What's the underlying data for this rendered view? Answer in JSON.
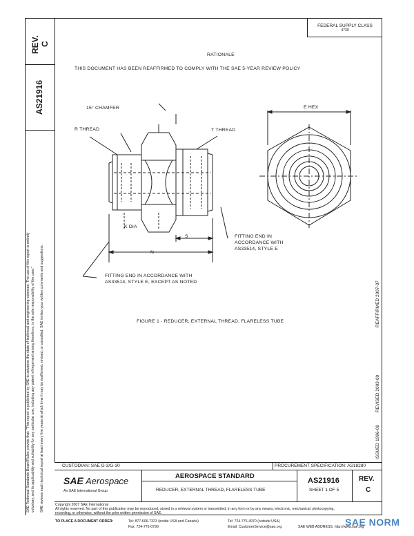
{
  "header": {
    "rev_label": "REV.",
    "rev_value": "C",
    "doc_number": "AS21916",
    "supply_class_label": "FEDERAL SUPPLY CLASS",
    "supply_class_value": "4730"
  },
  "rationale": {
    "title": "RATIONALE",
    "text": "THIS DOCUMENT HAS BEEN REAFFIRMED TO COMPLY WITH THE SAE 5-YEAR REVIEW POLICY"
  },
  "drawing": {
    "chamfer": "15° CHAMFER",
    "r_thread": "R THREAD",
    "t_thread": "T THREAD",
    "e_hex": "E HEX",
    "k_dia": "K DIA",
    "n": "N",
    "s": "S",
    "fitting_end_right": [
      "FITTING END IN",
      "ACCORDANCE WITH",
      "AS33514, STYLE E"
    ],
    "fitting_end_left": [
      "FITTING END IN ACCORDANCE WITH",
      "AS33514, STYLE E, EXCEPT AS NOTED"
    ]
  },
  "figure_caption": "FIGURE 1 - REDUCER, EXTERNAL THREAD, FLARELESS TUBE",
  "side_text": [
    "SAE Technical Standards Board Rules provide that: \"This report is published by SAE to advance the state of technical and engineering sciences. The use of this report is entirely",
    "voluntary, and its applicability and suitability for any particular use, including any patent infringement arising therefrom, is the sole responsibility of the user.\"",
    "SAE reviews each technical report at least every five years at which time it may be reaffirmed, revised, or cancelled. SAE invites your written comments and suggestions."
  ],
  "dates": {
    "issued": "ISSUED 1996-09",
    "revised": "REVISED 2003-09",
    "reaffirmed": "REAFFIRMED 2007-07"
  },
  "footer": {
    "custodian": "CUSTODIAN: SAE G-3/G-30",
    "procurement": "PROCUREMENT SPECIFICATION: AS18280",
    "sae_logo": "SAE",
    "aerospace": "Aerospace",
    "intl_group": "An SAE International Group",
    "standard_title": "AEROSPACE STANDARD",
    "part_description": "REDUCER, EXTERNAL THREAD, FLARELESS TUBE",
    "doc_number": "AS21916",
    "sheet": "SHEET 1 OF 5",
    "rev_label": "REV.",
    "rev_value": "C",
    "copyright": "Copyright 2007 SAE International",
    "rights": "All rights reserved. No part of this publication may be reproduced, stored in a retrieval system or transmitted, in any form or by any means, electronic, mechanical, photocopying,",
    "rights2": "recording, or otherwise, without the prior written permission of SAE.",
    "order_label": "TO PLACE A DOCUMENT ORDER:",
    "tel1": "Tel: 877-606-7323 (inside USA and Canada)",
    "tel2": "Tel: 724-776-4970 (outside USA)",
    "fax": "Fax: 724-776-0790",
    "email": "Email: CustomerService@sae.org",
    "web": "SAE WEB ADDRESS: http://www.sae.org"
  },
  "watermark": "SAE NORM"
}
